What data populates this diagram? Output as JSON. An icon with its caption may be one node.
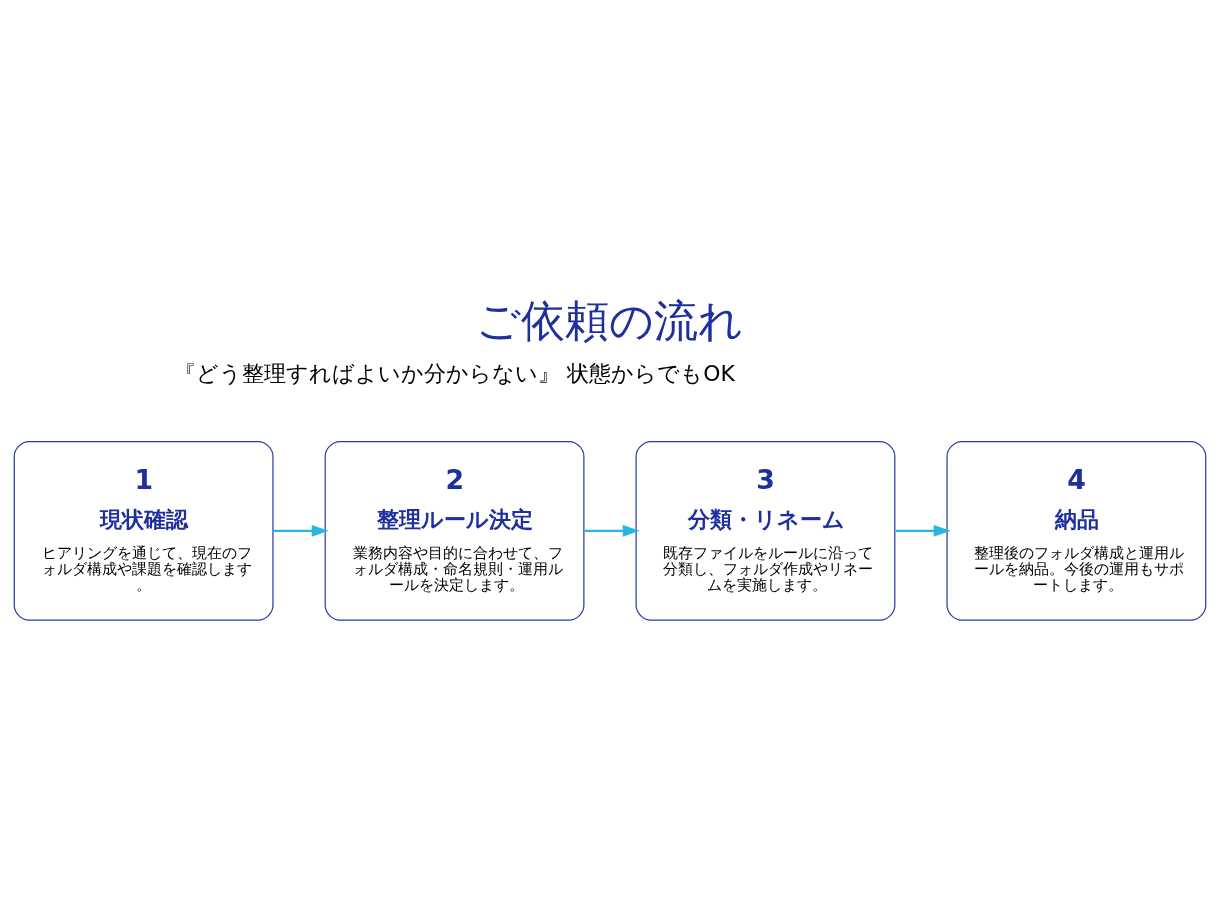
{
  "diagram": {
    "title": "ご依頼の流れ",
    "nodes": [
      {
        "text": [
          "1",
          "現状確認",
          "ヒアリングを通じて、現在のフォルダ構成や課題を確認します。"
        ]
      },
      {
        "text": [
          "2",
          "整理ルール決定",
          "業務内容や目的に合わせて、フォルダ構成・命名規則・運用ルールを決定します。"
        ]
      },
      {
        "text": [
          "3",
          "分類・リネーム",
          "既存ファイルをルールに沿って分類し、フォルダ作成やリネームを実施します。"
        ]
      },
      {
        "text": [
          "4",
          "納品",
          "整理後のフォルダ構成と運用ルールを納品。今後の運用もサポートします。"
        ]
      }
    ],
    "edges": [
      {
        "from": 0,
        "to": 1,
        "arrow": "to"
      },
      {
        "from": 1,
        "to": 2,
        "arrow": "to"
      },
      {
        "from": 2,
        "to": 3,
        "arrow": "to"
      }
    ],
    "labels": [
      "『どう整理すればよいか分からない』 状態からでもOK"
    ]
  }
}
